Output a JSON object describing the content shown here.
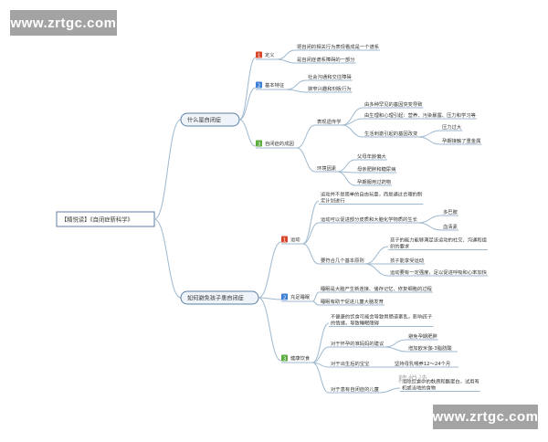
{
  "root": "【精悦读】《自闭症新科学》",
  "watermark": "www.zrtgc.com",
  "branches": [
    {
      "label": "什么是自闭症",
      "topics": [
        {
          "num": "1",
          "label": "定义",
          "items": [
            {
              "label": "把自闭的相关行为表现看成是一个谱系"
            },
            {
              "label": "是自闭症谱系障碍的一部分"
            }
          ]
        },
        {
          "num": "2",
          "label": "基本特征",
          "items": [
            {
              "label": "社会沟通和交往障碍"
            },
            {
              "label": "狭窄兴趣和刻板行为"
            }
          ]
        },
        {
          "num": "3",
          "label": "自闭症的成因",
          "items": [
            {
              "label": "表现遗传学",
              "items": [
                {
                  "label": "由多种罕见的基因突变导致"
                },
                {
                  "label": "由生理和心理引起：营养、污染暴露、压力和学习等"
                },
                {
                  "label": "生活刺激引起的基因改变",
                  "items": [
                    {
                      "label": "压力过大"
                    },
                    {
                      "label": "孕期接触了重金属"
                    }
                  ]
                }
              ]
            },
            {
              "label": "环境因素",
              "items": [
                {
                  "label": "父母年龄偏大"
                },
                {
                  "label": "母亲肥胖和糖尿病"
                },
                {
                  "label": "孕期服用过药物"
                }
              ]
            }
          ]
        }
      ]
    },
    {
      "label": "如何避免孩子患自闭症",
      "topics": [
        {
          "num": "1",
          "label": "运动",
          "items": [
            {
              "label": "运动并不是简单的自由玩耍，而是通过合理的制定计划进行"
            },
            {
              "label": "运动可以促进部分皮质和大脑化学物质的生长",
              "items": [
                {
                  "label": "多巴胺"
                },
                {
                  "label": "血清素"
                }
              ]
            },
            {
              "label": "要符合几个基本原则",
              "items": [
                {
                  "label": "孩子的能力能够满足该运动的社交、沟通和组织的要求"
                },
                {
                  "label": "孩子能享受运动"
                },
                {
                  "label": "运动要有一定强度，足以促进呼吸和心率加快"
                }
              ]
            }
          ]
        },
        {
          "num": "2",
          "label": "充足睡眠",
          "items": [
            {
              "label": "睡眠是大脑产生新连接、储存记忆、修复细胞的过程"
            },
            {
              "label": "睡眠有助于促进儿童大脑发育"
            }
          ]
        },
        {
          "num": "3",
          "label": "健康饮食",
          "items": [
            {
              "label": "不健康的饮食可能会导致胃肠道紊乱，影响孩子的情绪，导致睡眠障碍"
            },
            {
              "label": "对于怀孕的准妈妈的建议",
              "items": [
                {
                  "label": "避免孕期肥胖"
                },
                {
                  "label": "增加欧米伽-3脂肪酸"
                }
              ]
            },
            {
              "label": "对于出生后的宝宝",
              "items": [
                {
                  "label": "坚持母乳喂养12～24个月"
                }
              ]
            },
            {
              "label": "对于患有自闭症的儿童",
              "items": [
                {
                  "label": "消除饮食中的麸质和酪蛋白，试用有机或当地的食物"
                }
              ]
            }
          ]
        }
      ]
    }
  ],
  "faint_text": "精悦读",
  "colors": {
    "line": "#9fb9cf",
    "node_border": "#5d7fa3",
    "node_fill": "#eef4fa",
    "badge_red": "#d9472b",
    "badge_blue": "#3d7fd6",
    "badge_green": "#5aac3c",
    "text": "#333333"
  }
}
